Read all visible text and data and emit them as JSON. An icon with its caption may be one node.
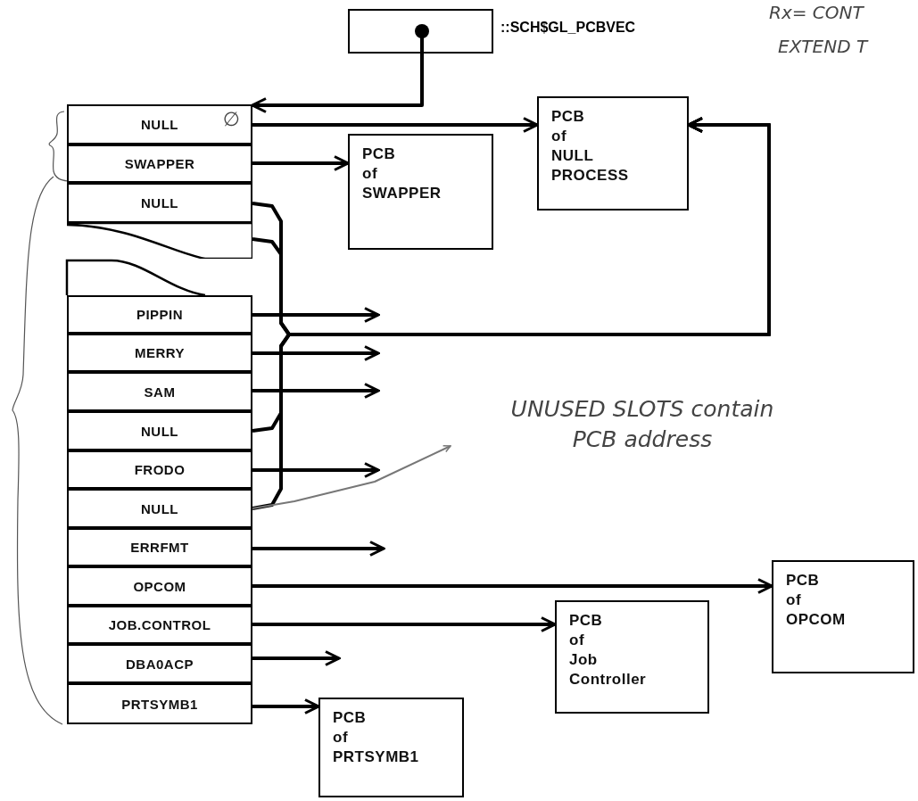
{
  "diagram": {
    "nodes": [
      {
        "text": [],
        "shape": "box",
        "beside": [
          "::SCH$GL_PCBVEC"
        ]
      },
      {
        "text": [
          "NULL",
          "∅"
        ]
      },
      {
        "text": [
          "SWAPPER"
        ]
      },
      {
        "text": [
          "NULL"
        ]
      },
      {
        "text": [],
        "shape": "box"
      },
      {
        "text": [
          "PIPPIN"
        ]
      },
      {
        "text": [
          "MERRY"
        ]
      },
      {
        "text": [
          "SAM"
        ]
      },
      {
        "text": [
          "NULL"
        ]
      },
      {
        "text": [
          "FRODO"
        ]
      },
      {
        "text": [
          "NULL"
        ]
      },
      {
        "text": [
          "ERRFMT"
        ]
      },
      {
        "text": [
          "OPCOM"
        ]
      },
      {
        "text": [
          "JOB.CONTROL"
        ]
      },
      {
        "text": [
          "DBA0ACP"
        ]
      },
      {
        "text": [
          "PRTSYMB1"
        ]
      },
      {
        "text": [
          "PCB of NULL PROCESS"
        ]
      },
      {
        "text": [
          "PCB of SWAPPER"
        ]
      },
      {
        "text": [
          "PCB of Job Controller"
        ]
      },
      {
        "text": [
          "PCB of OPCOM"
        ]
      },
      {
        "text": [
          "PCB of PRTSYMB1"
        ]
      },
      {
        "text": [
          "UNUSED SLOTS contain PCB address"
        ]
      }
    ],
    "edges": [
      {
        "from": 0,
        "to": 1,
        "arrow": "to"
      },
      {
        "from": 1,
        "to": 16,
        "arrow": "to"
      },
      {
        "from": 2,
        "to": 17,
        "arrow": "to"
      },
      {
        "from": 3,
        "to": 16,
        "arrow": "to"
      },
      {
        "from": 4,
        "to": 16,
        "arrow": "to"
      },
      {
        "from": 8,
        "to": 16,
        "arrow": "to"
      },
      {
        "from": 10,
        "to": 16,
        "arrow": "to"
      },
      {
        "from": 5,
        "to": null,
        "arrow": "to"
      },
      {
        "from": 6,
        "to": null,
        "arrow": "to"
      },
      {
        "from": 7,
        "to": null,
        "arrow": "to"
      },
      {
        "from": 9,
        "to": null,
        "arrow": "to"
      },
      {
        "from": 11,
        "to": null,
        "arrow": "to"
      },
      {
        "from": 12,
        "to": 19,
        "arrow": "to"
      },
      {
        "from": 13,
        "to": 18,
        "arrow": "to"
      },
      {
        "from": 14,
        "to": null,
        "arrow": "to"
      },
      {
        "from": 15,
        "to": 20,
        "arrow": "to"
      },
      {
        "from": 10,
        "to": 21,
        "arrow": "to",
        "color": "#777777"
      }
    ],
    "labels": [
      "Rx= CONT",
      "EXTEND T"
    ]
  }
}
